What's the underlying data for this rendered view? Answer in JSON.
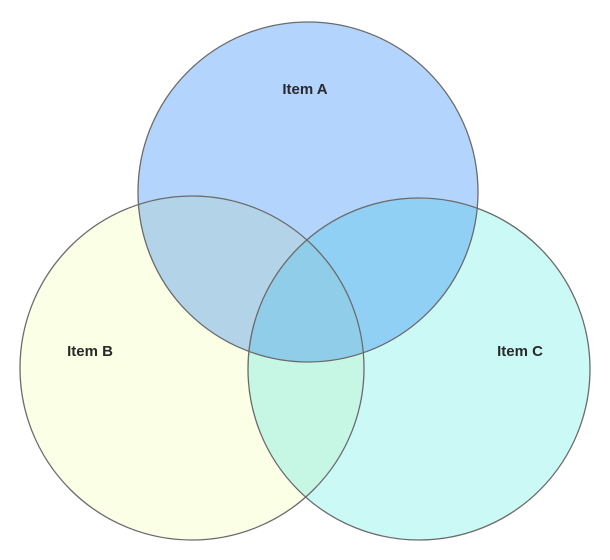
{
  "diagram": {
    "type": "venn",
    "sets": [
      {
        "id": "A",
        "label": "Item A",
        "color": "#b3d4fd"
      },
      {
        "id": "B",
        "label": "Item B",
        "color": "#fbffe6"
      },
      {
        "id": "C",
        "label": "Item C",
        "color": "#cbf9f5"
      }
    ],
    "overlap_colors": {
      "AB": "#b3d4e8",
      "AC": "#90d0f5",
      "BC": "#c6f7e4",
      "ABC": "#90cde9"
    },
    "stroke_color": "#6b6b6b"
  }
}
